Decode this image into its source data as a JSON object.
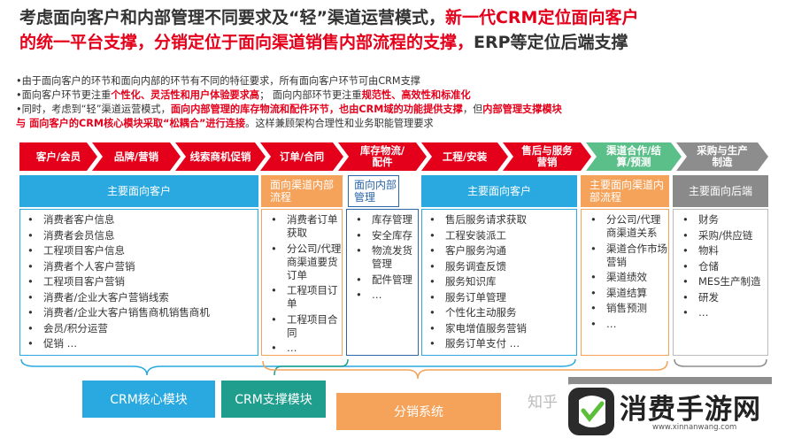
{
  "title": {
    "part1": "考虑面向客户和内部管理不同要求及“轻”渠道运营模式，",
    "part2": "新一代CRM定位面向客户",
    "part3": "的统一平台支撑，分销定位于面向渠道销售内部流程的支撑，",
    "part4": "ERP等定位后端支撑"
  },
  "bullets": {
    "l1": "•由于面向客户的环节和面向内部的环节有不同的特征要求，所有面向客户环节可由CRM支撑",
    "l2a": "•面向客户环节更注重",
    "l2b": "个性化、灵活性和用户体验要求高",
    "l2c": "；   面向内部环节更注重",
    "l2d": "规范性、高效性和标准化",
    "l3a": "•同时，考虑到“轻”渠道运营模式，",
    "l3b": "面向内部管理的库存物流和配件环节，",
    "l3c": "也由CRM域的功能提供支撑",
    "l3d": "，但",
    "l3e": "内部管理支撑模块",
    "l4a": "与 面向客户的CRM核心模块采取“松耦合”进行连接",
    "l4b": "。这样兼顾架构合理性和业务职能管理要求"
  },
  "process": [
    {
      "label": "客户/会员",
      "color": "red"
    },
    {
      "label": "品牌/营销",
      "color": "red"
    },
    {
      "label": "线索商机促销",
      "color": "red"
    },
    {
      "label": "订单/合同",
      "color": "red"
    },
    {
      "label": "库存物流/配件",
      "color": "red"
    },
    {
      "label": "工程/安装",
      "color": "red"
    },
    {
      "label": "售后与服务营销",
      "color": "red"
    },
    {
      "label": "渠道合作/结算/预测",
      "color": "green"
    },
    {
      "label": "采购与生产制造",
      "color": "grey"
    }
  ],
  "headers": {
    "h1": "主要面向客户",
    "h2": "面向渠道内部流程",
    "h3": "面向内部管理",
    "h4": "主要面向客户",
    "h5": "主要面向渠道内部流程",
    "h6": "主要面向后端"
  },
  "columns": {
    "c1": [
      "消费者客户信息",
      "消费者会员信息",
      "工程项目客户信息",
      "消费者个人客户营销",
      "工程项目客户营销",
      "消费者/企业大客户营销线索",
      "消费者/企业大客户销售商机销售商机",
      "会员/积分运营",
      "促销 …"
    ],
    "c2": [
      "消费者订单获取",
      "分公司/代理商渠道要货订单",
      "工程项目订单",
      "工程项目合同",
      "…"
    ],
    "c3": [
      "库存管理",
      "安全库存",
      "物流发货管理",
      "配件管理",
      "…"
    ],
    "c4": [
      "售后服务请求获取",
      "工程安装派工",
      "客户服务沟通",
      "服务调查反馈",
      "服务知识库",
      "服务订单管理",
      "个性化主动服务",
      "家电增值服务营销",
      "服务订单支付 …"
    ],
    "c5": [
      "分公司/代理商渠道关系",
      "渠道合作市场营销",
      "渠道绩效",
      "渠道结算",
      "销售预测",
      "…"
    ],
    "c6": [
      "财务",
      "采购/供应链",
      "物料",
      "仓储",
      "MES生产制造",
      "研发",
      "…"
    ]
  },
  "modules": {
    "crm_core": "CRM核心模块",
    "crm_support": "CRM支撑模块",
    "distribution": "分销系统"
  },
  "watermark": "知乎",
  "logo": {
    "name": "消费手游网",
    "url": "www.xinnanwang.com"
  },
  "colors": {
    "red": "#e4001b",
    "blue": "#29a9e0",
    "orange": "#f5a25a",
    "green": "#5bbf8a",
    "grey": "#8d8d8d",
    "teal": "#1f9e8e"
  }
}
